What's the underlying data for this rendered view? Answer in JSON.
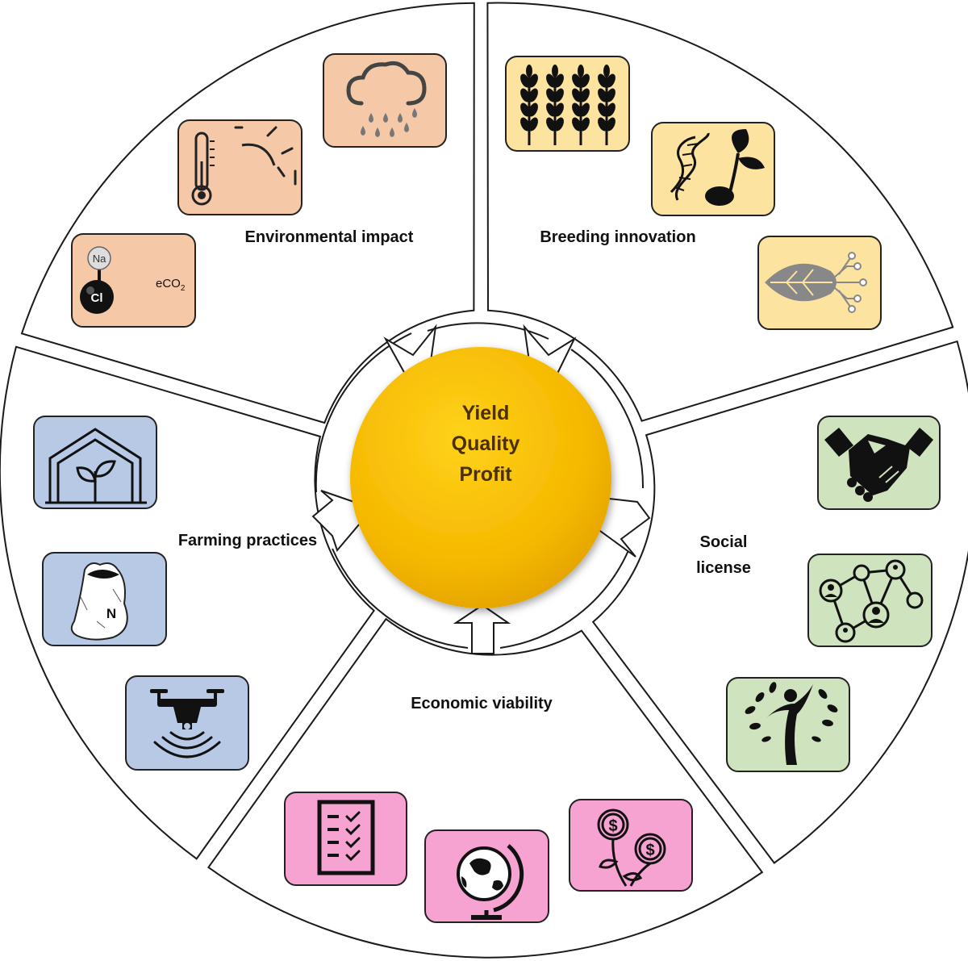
{
  "center": {
    "lines": [
      "Yield",
      "Quality",
      "Profit"
    ],
    "color": "#f5b800"
  },
  "segments": {
    "environmental": {
      "label": "Environmental impact",
      "tile_color": "#f5c9a8"
    },
    "breeding": {
      "label": "Breeding innovation",
      "tile_color": "#fde3a0"
    },
    "social": {
      "label_line1": "Social",
      "label_line2": "license",
      "tile_color": "#cfe3bf"
    },
    "economic": {
      "label": "Economic viability",
      "tile_color": "#f6a3d2"
    },
    "farming": {
      "label": "Farming practices",
      "tile_color": "#b8c9e6"
    }
  },
  "icon_text": {
    "sodium": "Na",
    "chloride": "Cl",
    "eco2_base": "eCO",
    "eco2_sub": "2",
    "nitrogen": "N"
  },
  "icons": {
    "environmental": [
      "rain-cloud-icon",
      "thermometer-sun-icon",
      "salt-eco2-icon"
    ],
    "breeding": [
      "wheat-icon",
      "dna-seedling-icon",
      "digital-leaf-icon"
    ],
    "social": [
      "handshake-icon",
      "network-people-icon",
      "person-tree-icon"
    ],
    "economic": [
      "checklist-icon",
      "globe-icon",
      "money-plant-icon"
    ],
    "farming": [
      "greenhouse-icon",
      "fertilizer-bag-icon",
      "drone-icon"
    ]
  }
}
